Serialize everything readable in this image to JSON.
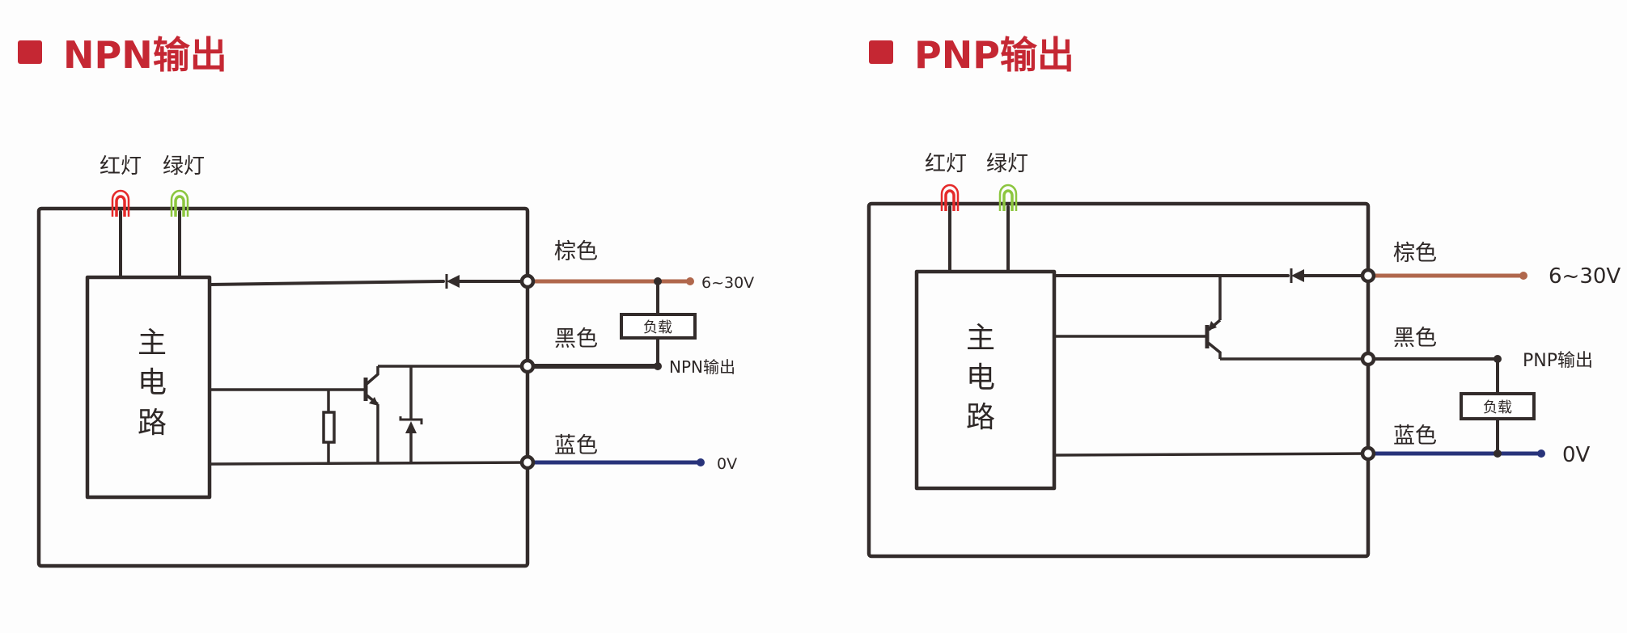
{
  "colors": {
    "title": "#c52733",
    "wire": "#332c2b",
    "brown_wire": "#b0674c",
    "blue_wire": "#28337a",
    "black_wire": "#332c2b",
    "red_led": "#e52a2a",
    "green_led": "#8cc63f"
  },
  "npn": {
    "title": "NPN输出",
    "red_led_label": "红灯",
    "green_led_label": "绿灯",
    "main_circuit_chars": [
      "主",
      "电",
      "路"
    ],
    "brown_label": "棕色",
    "black_label": "黑色",
    "blue_label": "蓝色",
    "supply_label": "6~30V",
    "output_label": "NPN输出",
    "ground_label": "0V",
    "load_label": "负载"
  },
  "pnp": {
    "title": "PNP输出",
    "red_led_label": "红灯",
    "green_led_label": "绿灯",
    "main_circuit_chars": [
      "主",
      "电",
      "路"
    ],
    "brown_label": "棕色",
    "black_label": "黑色",
    "blue_label": "蓝色",
    "supply_label": "6~30V",
    "output_label": "PNP输出",
    "ground_label": "0V",
    "load_label": "负载"
  }
}
